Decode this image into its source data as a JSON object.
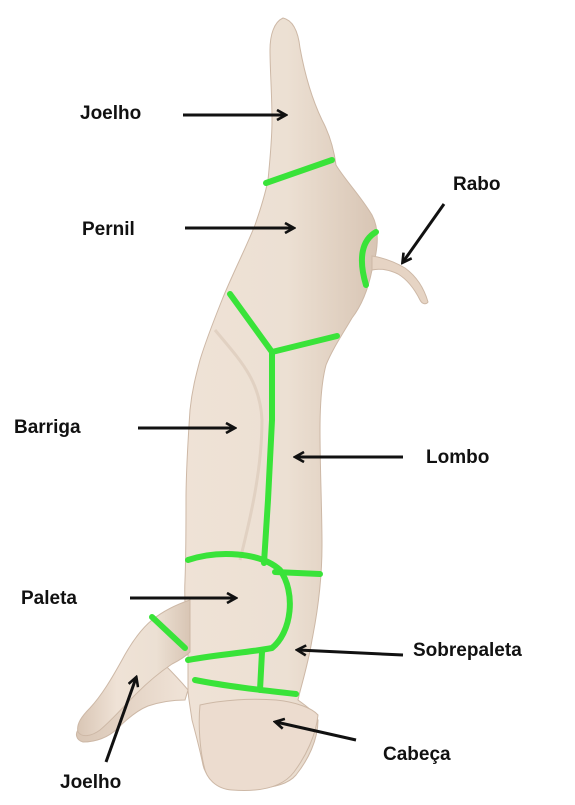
{
  "labels": {
    "joelho_top": "Joelho",
    "rabo": "Rabo",
    "pernil": "Pernil",
    "barriga": "Barriga",
    "lombo": "Lombo",
    "paleta": "Paleta",
    "sobrepaleta": "Sobrepaleta",
    "cabeca": "Cabeça",
    "joelho_bottom": "Joelho"
  },
  "colors": {
    "cut_line": "#39e339",
    "carcass": "#ecdccf",
    "carcass_shadow": "#d6c3b3",
    "arrow": "#111111",
    "text": "#111111"
  }
}
